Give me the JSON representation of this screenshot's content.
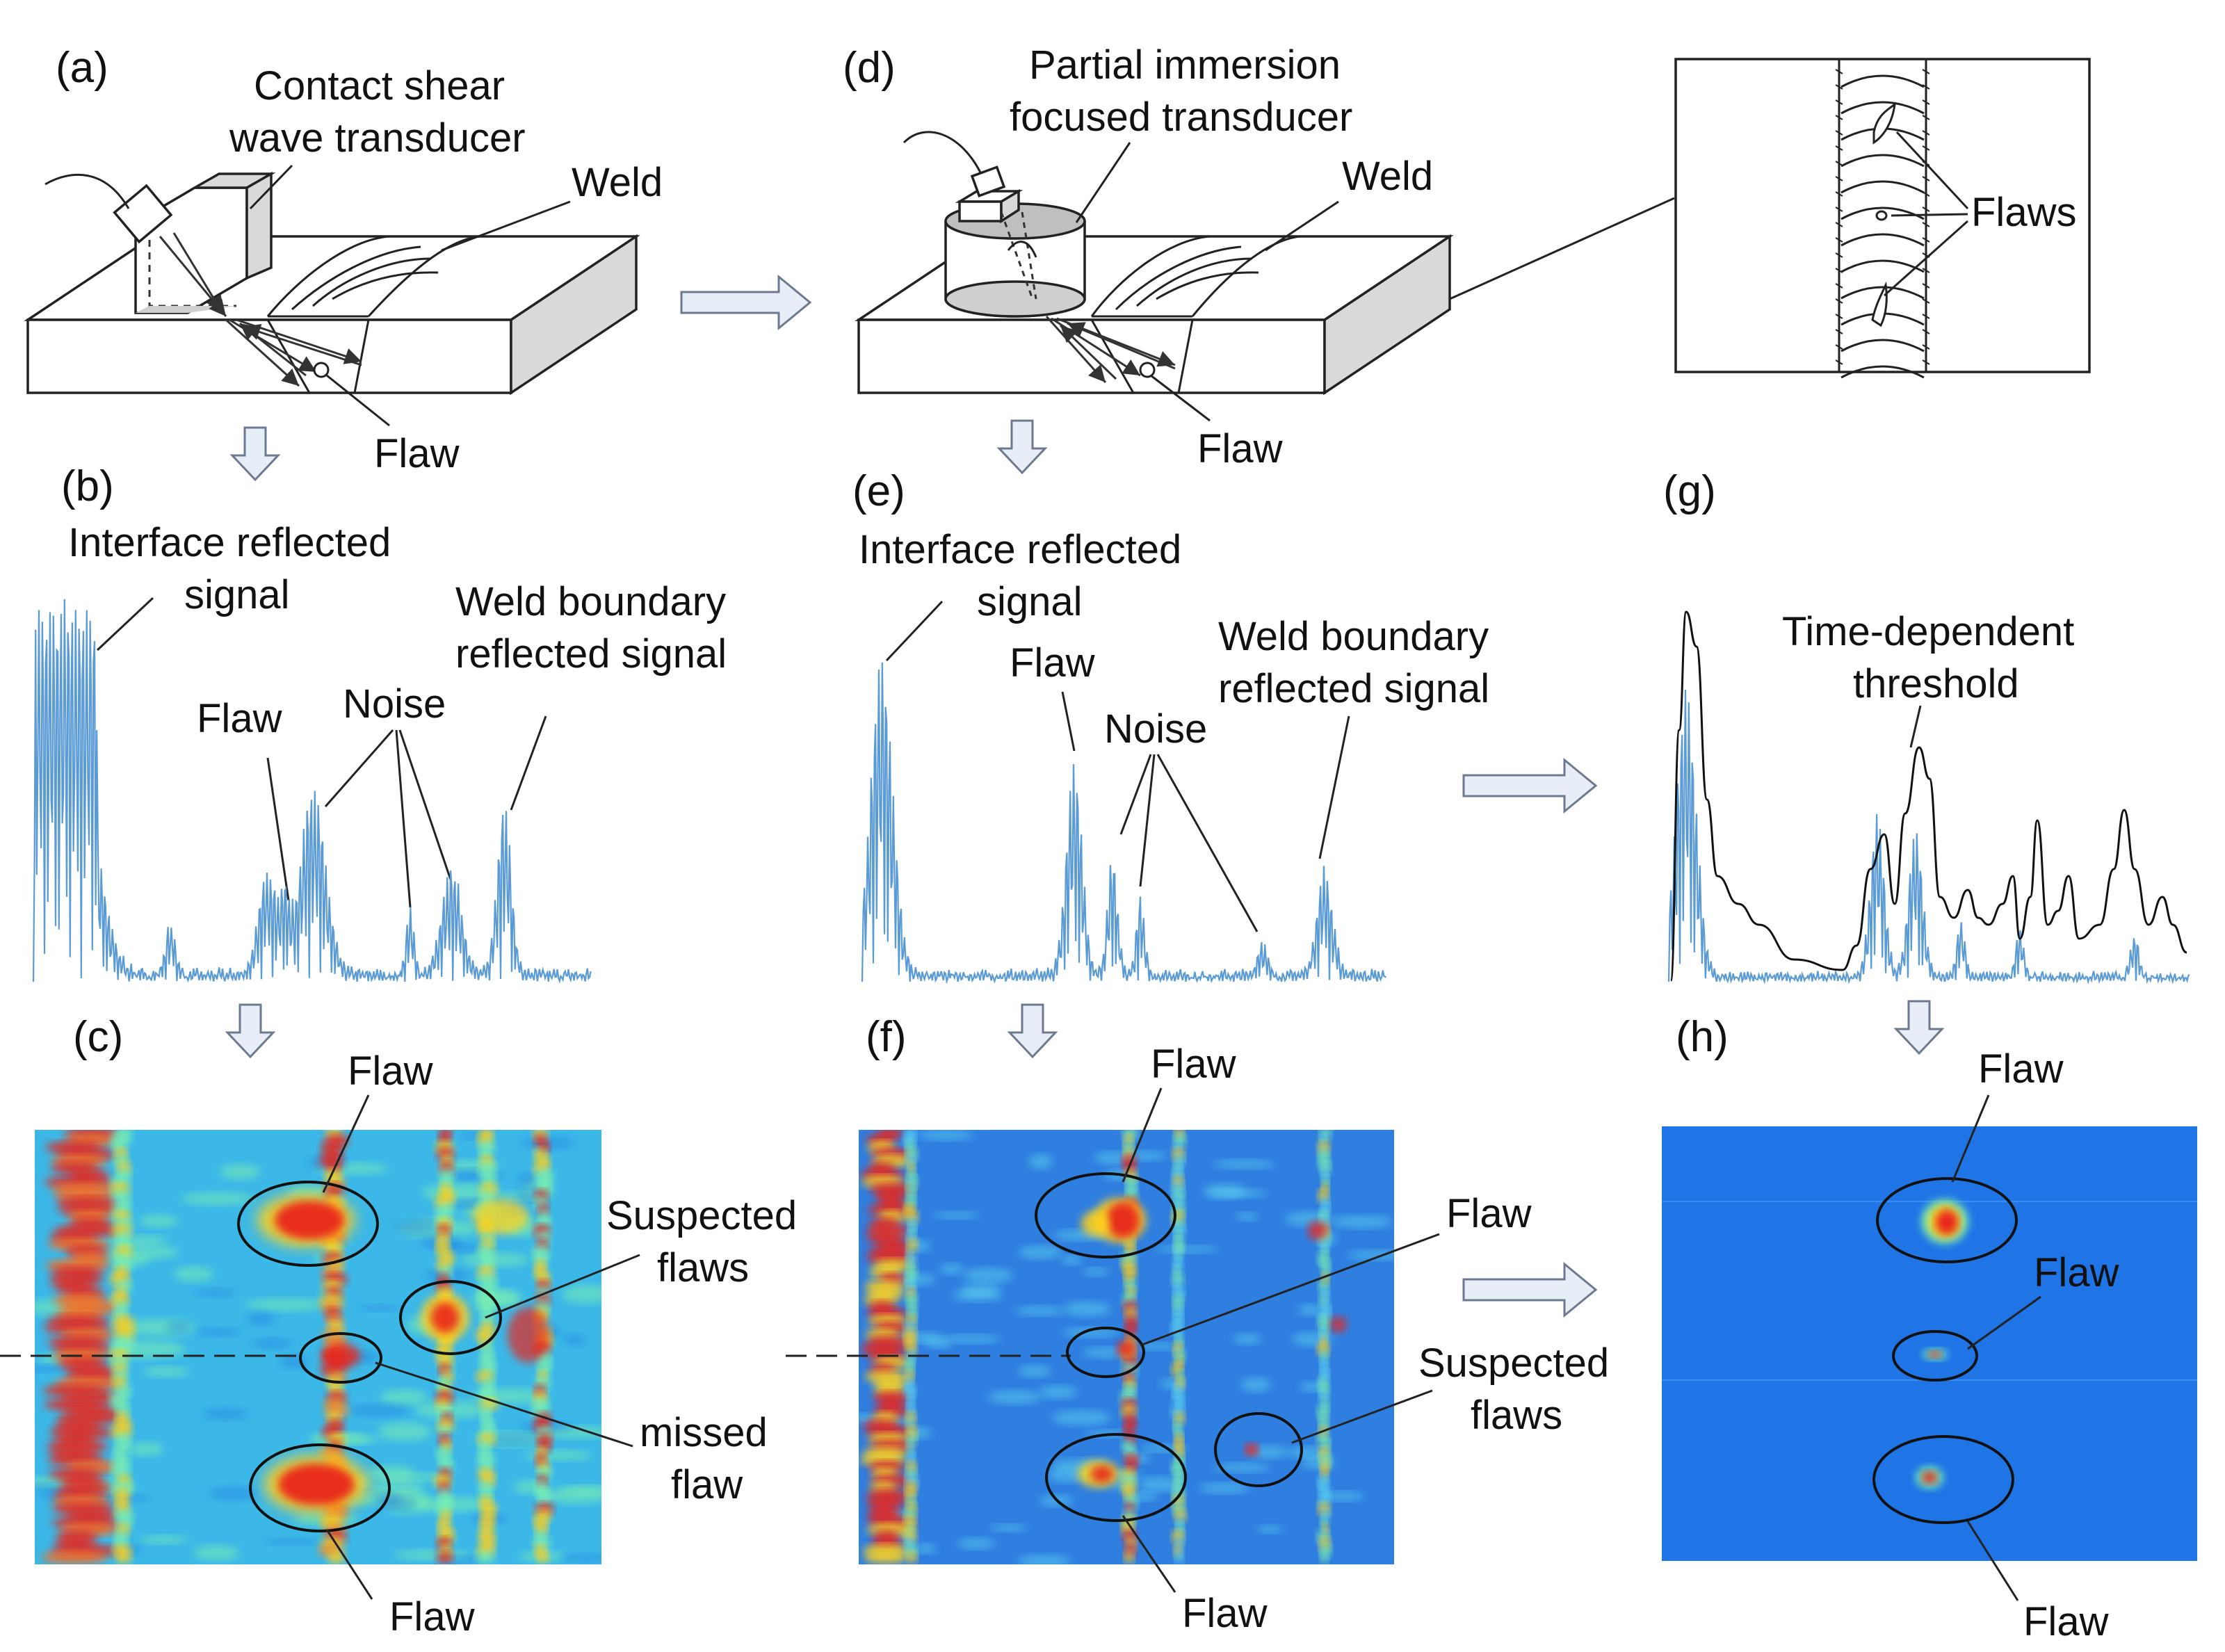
{
  "panels": {
    "a": {
      "tag": "(a)",
      "transducer_line1": "Contact shear",
      "transducer_line2": "wave transducer",
      "weld": "Weld",
      "flaw": "Flaw"
    },
    "b": {
      "tag": "(b)",
      "interface_line1": "Interface reflected",
      "interface_line2": "signal",
      "flaw": "Flaw",
      "noise": "Noise",
      "weld_line1": "Weld boundary",
      "weld_line2": "reflected signal"
    },
    "c": {
      "tag": "(c)",
      "flaw_top": "Flaw",
      "suspected_line1": "Suspected",
      "suspected_line2": "flaws",
      "missed_line1": "missed",
      "missed_line2": "flaw",
      "flaw_bottom": "Flaw"
    },
    "d": {
      "tag": "(d)",
      "transducer_line1": "Partial immersion",
      "transducer_line2": "focused transducer",
      "weld": "Weld",
      "flaw": "Flaw",
      "flaws": "Flaws"
    },
    "e": {
      "tag": "(e)",
      "interface_line1": "Interface reflected",
      "interface_line2": "signal",
      "flaw": "Flaw",
      "noise": "Noise",
      "weld_line1": "Weld boundary",
      "weld_line2": "reflected signal"
    },
    "f": {
      "tag": "(f)",
      "flaw_top": "Flaw",
      "flaw_mid": "Flaw",
      "suspected_line1": "Suspected",
      "suspected_line2": "flaws",
      "flaw_bottom": "Flaw"
    },
    "g": {
      "tag": "(g)",
      "threshold_line1": "Time-dependent",
      "threshold_line2": "threshold"
    },
    "h": {
      "tag": "(h)",
      "flaw_top": "Flaw",
      "flaw_mid": "Flaw",
      "flaw_bottom": "Flaw"
    }
  },
  "colors": {
    "signal": "#5b9bd5",
    "scan_background_c": "#3bb8e8",
    "scan_background_f": "#2f7fe0",
    "scan_background_h": "#1f74e6",
    "hot": "#e8261a",
    "warm": "#ffd21f",
    "mid": "#7cf0b0"
  }
}
